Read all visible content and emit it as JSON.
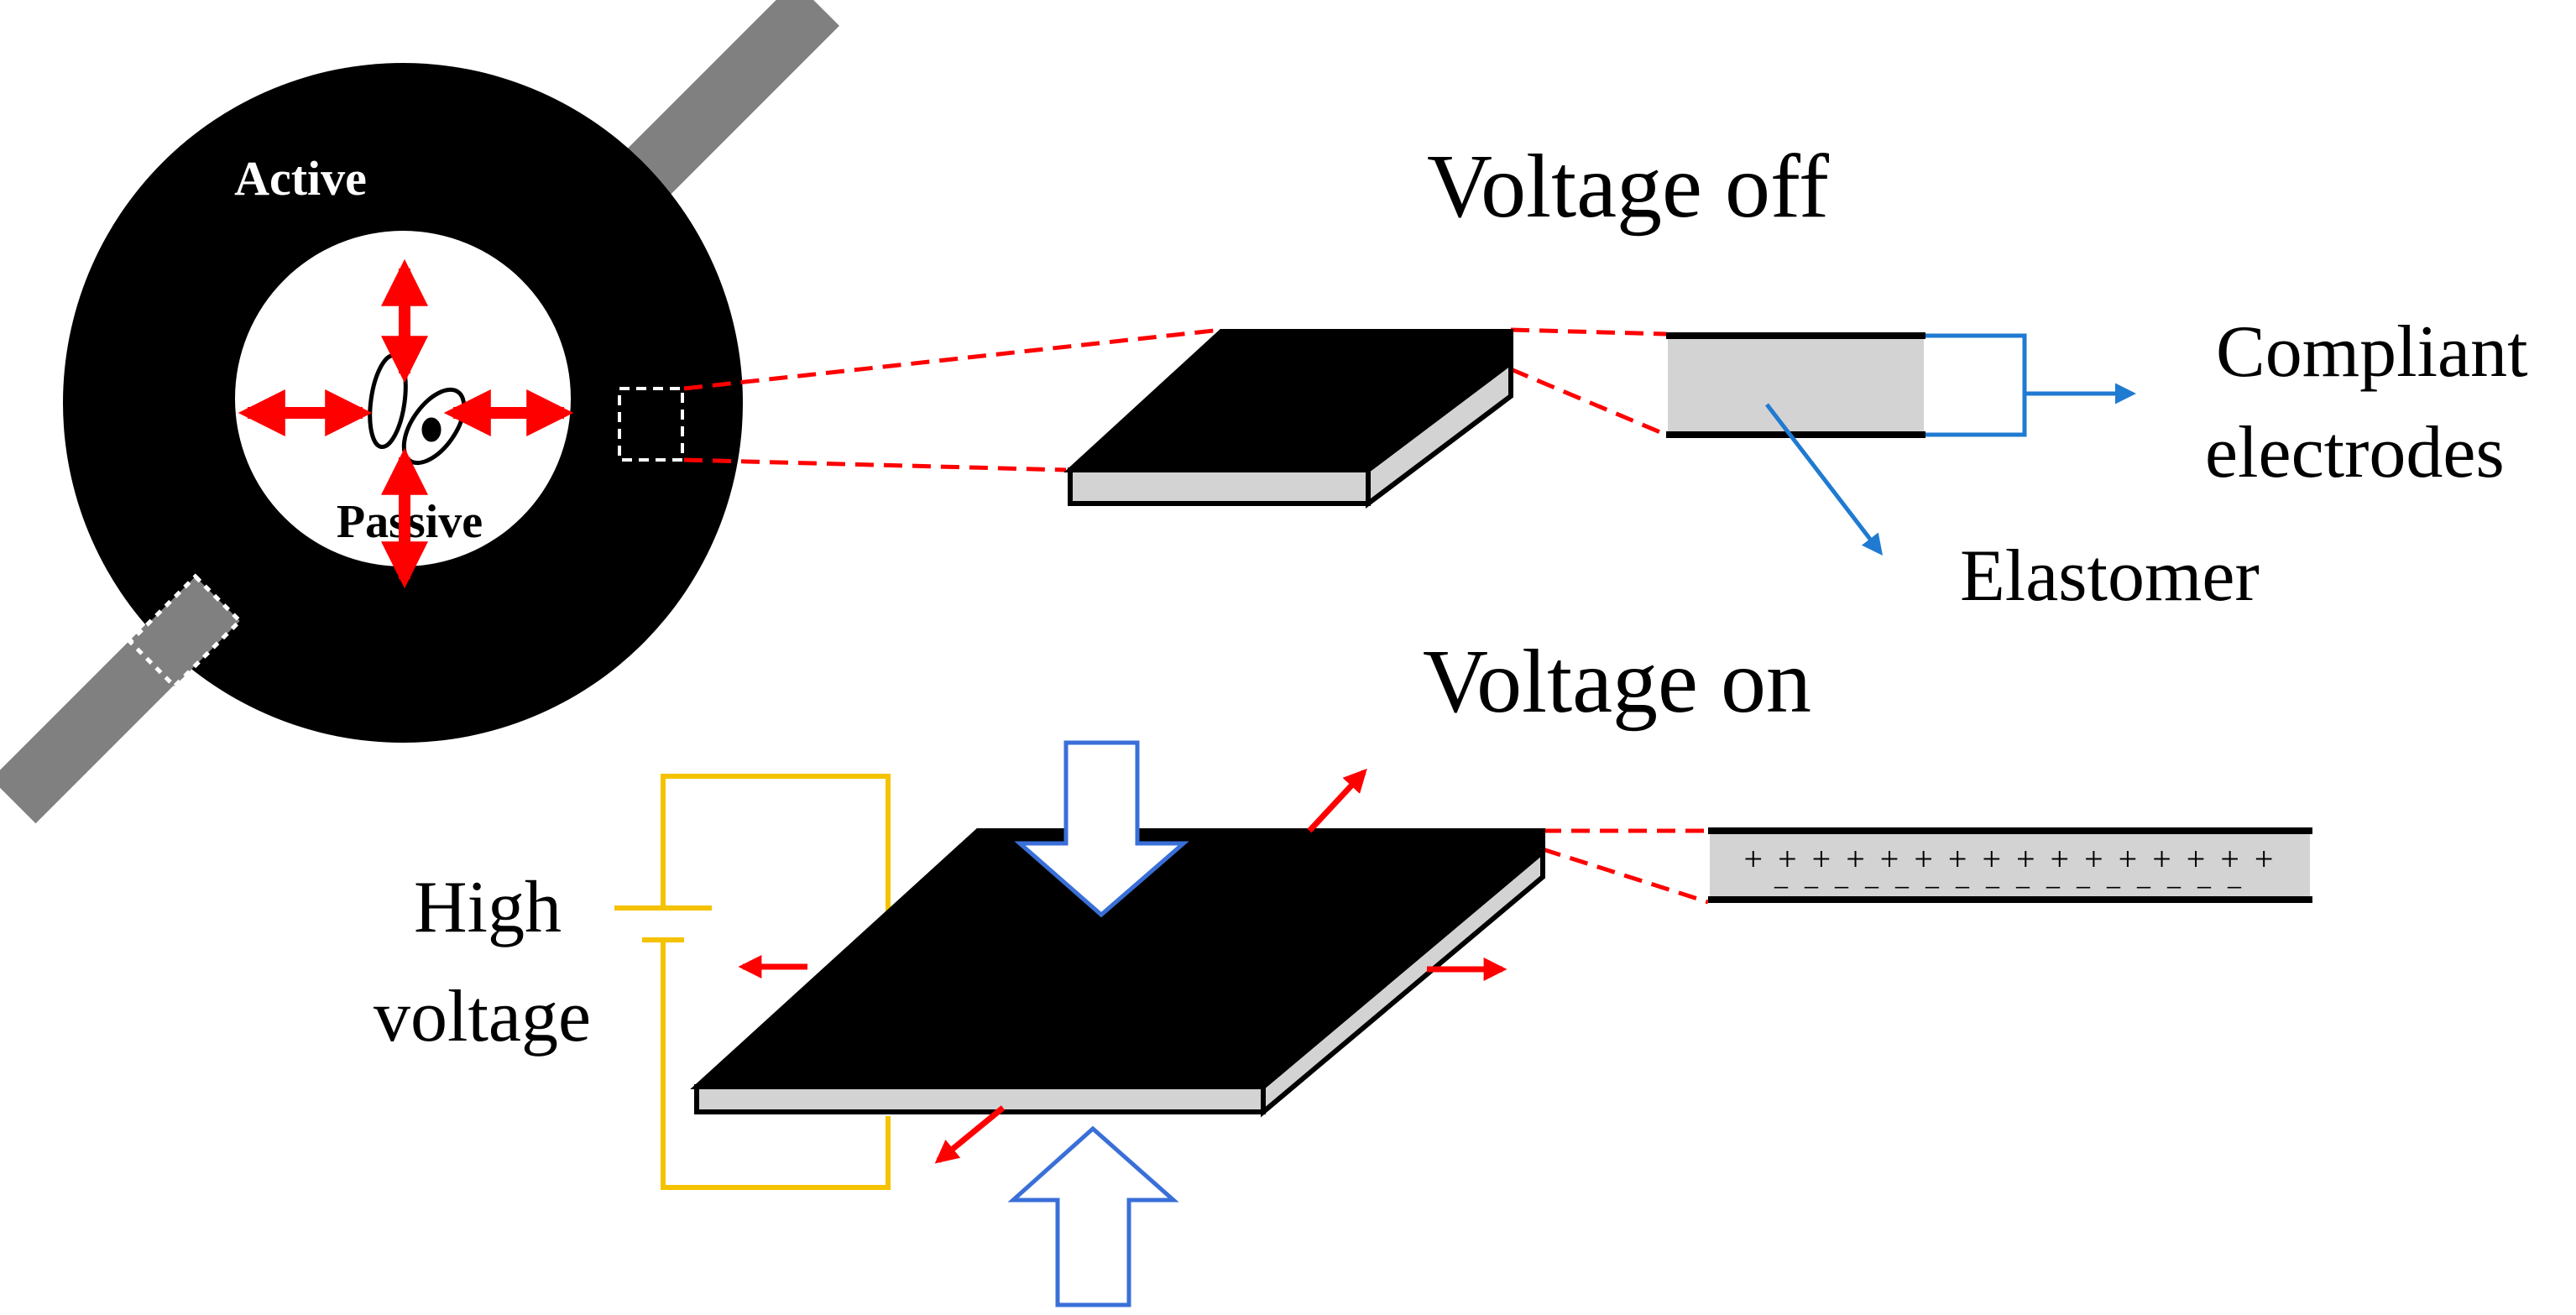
{
  "ring": {
    "outer_label": "Active",
    "inner_label": "Passive"
  },
  "states": {
    "off_title": "Voltage off",
    "on_title": "Voltage on"
  },
  "cross_section": {
    "electrodes_line1": "Compliant",
    "electrodes_line2": "electrodes",
    "elastomer": "Elastomer",
    "charge_top": "+ + + + + + + + + + + + + + + +",
    "charge_bottom": "– – – – – – – – – – – – – – – –"
  },
  "circuit": {
    "label_line1": "High",
    "label_line2": "voltage"
  },
  "colors": {
    "ring": "#000000",
    "strip": "#808080",
    "elastomer": "#d3d3d3",
    "strain_arrow": "#ff0000",
    "zoom_line": "#ff0000",
    "pointer": "#1f7ad1",
    "pressure_arrow": "#3a6fd8",
    "circuit": "#f5c200"
  }
}
